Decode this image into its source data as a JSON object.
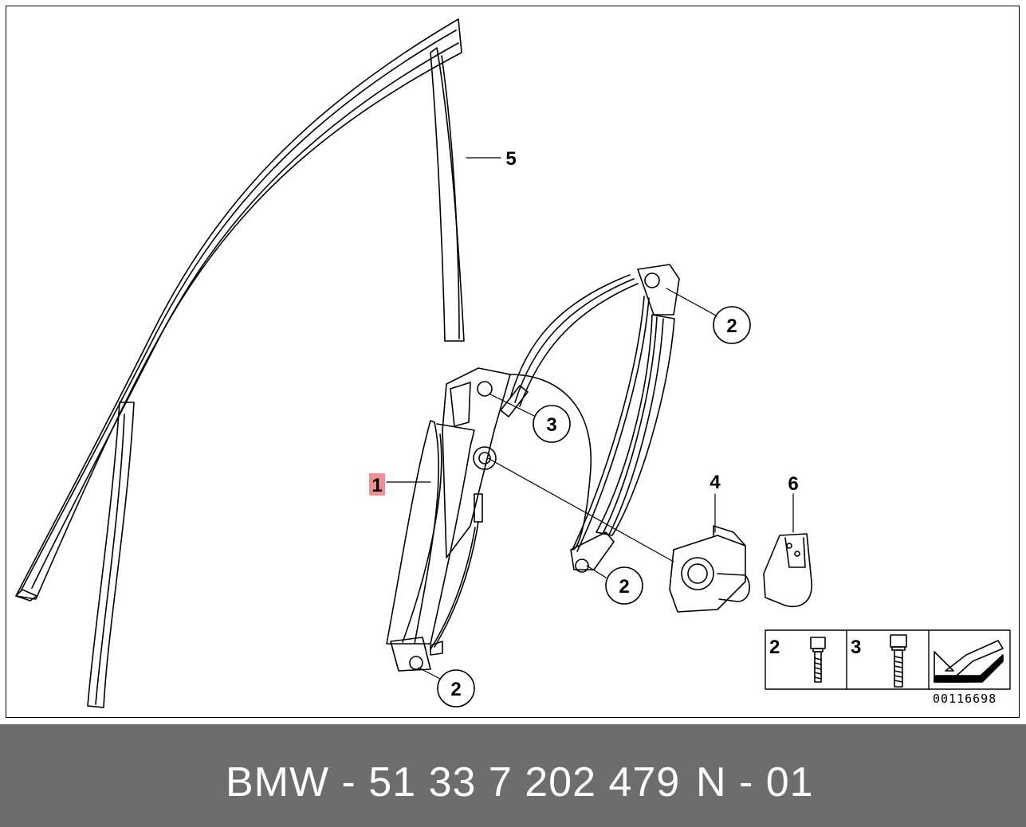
{
  "callouts": {
    "c1": "1",
    "c2a": "2",
    "c2b": "2",
    "c2c": "2",
    "c3": "3",
    "c4": "4",
    "c5": "5",
    "c6": "6"
  },
  "highlight_color": "#f08f92",
  "legend": {
    "bolt_2_label": "2",
    "bolt_3_label": "3"
  },
  "doc_number": "00116698",
  "footer": {
    "part_text": "BMW - 51 33 7 202 479",
    "variant_text": "N - 01",
    "bar_color": "#6d6d6d"
  }
}
